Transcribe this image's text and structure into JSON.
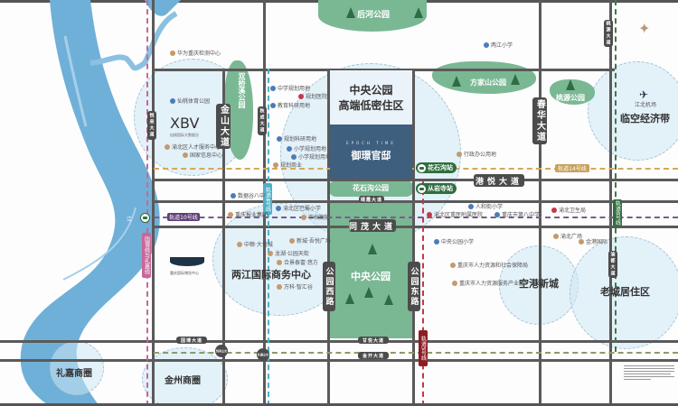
{
  "map": {
    "project": {
      "brand_en": "EPOCH TIME",
      "brand_cn": "御璟官邸",
      "zone_title_line1": "中央公园",
      "zone_title_line2": "高端低密住区",
      "color_block": "#3f5f7f"
    },
    "zones": {
      "xianyan": {
        "logo": "XBV",
        "sub": "仙桃国际大数据谷"
      },
      "lianjiang": "两江国际商务中心",
      "konggang": "空港新城",
      "laocheng": "老城居住区",
      "linkong": "临空经济带",
      "linkong_sub": "江北机场",
      "lijia": "礼嘉商圈",
      "jinzhou": "金州商圈",
      "expo_center": "重庆国际博览中心"
    },
    "parks": {
      "houhe": "后河公园",
      "shuangqiao": "双桥溪公园",
      "fangjiashan": "方家山公园",
      "taoyuan": "桃源公园",
      "huashigou": "花石沟公园",
      "central": "中央公园"
    },
    "roads": {
      "jinshan": "金山大道",
      "chunhua": "春华大道",
      "gangyue": "港悦大道",
      "tongmao": "同茂大道",
      "gongyuan_west": "公园西路",
      "gongyuan_east": "公园东路",
      "yuelai": "悦来大道",
      "qiucheng": "秋成大道",
      "taoyuan_rd": "桃源大道",
      "yudu": "渝都大道",
      "guobo": "国博大道",
      "ganyue": "甘悦大道",
      "jinkai": "金开大道",
      "qingyue": "晴霞大道"
    },
    "metro": {
      "huashigou": "花石沟站",
      "congyansi": "从岩寺站",
      "line10": "轨道10号线",
      "line14": "轨道14号线",
      "line4": "轨道4号线",
      "line6": "轨道6号线",
      "line5": "轨道5号线",
      "line_airport": "国博线与礼嘉线"
    },
    "pois": [
      {
        "name": "华为重庆检测中心",
        "type": "com"
      },
      {
        "name": "仙桃体育公园",
        "type": "edu"
      },
      {
        "name": "渝北区人才服务中心",
        "type": "com"
      },
      {
        "name": "国家信息中心",
        "type": "com"
      },
      {
        "name": "中学规划用地",
        "type": "edu"
      },
      {
        "name": "规划医院",
        "type": "med"
      },
      {
        "name": "教育科研用地",
        "type": "edu"
      },
      {
        "name": "规划科研用地",
        "type": "edu"
      },
      {
        "name": "小学规划用地",
        "type": "edu"
      },
      {
        "name": "小学规划用地",
        "type": "edu"
      },
      {
        "name": "规划商业",
        "type": "com"
      },
      {
        "name": "两江小学",
        "type": "edu"
      },
      {
        "name": "行政办公用地",
        "type": "com"
      },
      {
        "name": "数据谷八中",
        "type": "edu"
      },
      {
        "name": "重庆报业集团",
        "type": "com"
      },
      {
        "name": "渝北区巴蜀小学",
        "type": "edu"
      },
      {
        "name": "市档案院",
        "type": "com"
      },
      {
        "name": "人和街小学",
        "type": "edu"
      },
      {
        "name": "渝北区重医附属医院",
        "type": "med"
      },
      {
        "name": "重庆市第八中学",
        "type": "edu"
      },
      {
        "name": "渝北卫生局",
        "type": "med"
      },
      {
        "name": "中央公园小学",
        "type": "edu"
      },
      {
        "name": "渝北广场",
        "type": "com"
      },
      {
        "name": "金港国际",
        "type": "com"
      },
      {
        "name": "重庆市人力资源和社会保障局",
        "type": "com"
      },
      {
        "name": "重庆市人力资源服务产业园",
        "type": "com"
      },
      {
        "name": "中粮·大悦城",
        "type": "com"
      },
      {
        "name": "新城·吾悦广场",
        "type": "com"
      },
      {
        "name": "龙湖·公园天街",
        "type": "com"
      },
      {
        "name": "合景泰富·悠方",
        "type": "com"
      },
      {
        "name": "万科·智汇谷",
        "type": "com"
      }
    ],
    "interchanges": [
      "悦来立交",
      "礼嘉立交"
    ],
    "river_label": "江",
    "compass": "north-compass-icon"
  }
}
